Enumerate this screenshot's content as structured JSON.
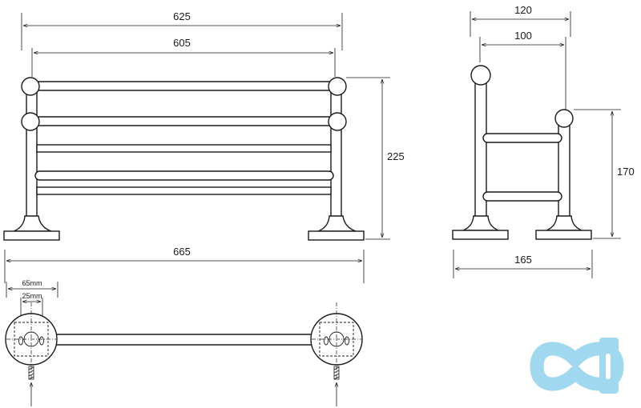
{
  "front_view": {
    "dim_overall_top": "625",
    "dim_inner_top": "605",
    "dim_height": "225",
    "dim_base_width": "665"
  },
  "side_view": {
    "dim_depth_outer": "120",
    "dim_depth_inner": "100",
    "dim_front_height": "170",
    "dim_base_depth": "165"
  },
  "top_view": {
    "dim_mount_plate": "65mm",
    "dim_hole_spacing": "25mm"
  },
  "colors": {
    "line": "#1a1a1a",
    "logo": "#9fd8ef"
  },
  "logo": {
    "icon": "infinity-co-logo-icon"
  }
}
